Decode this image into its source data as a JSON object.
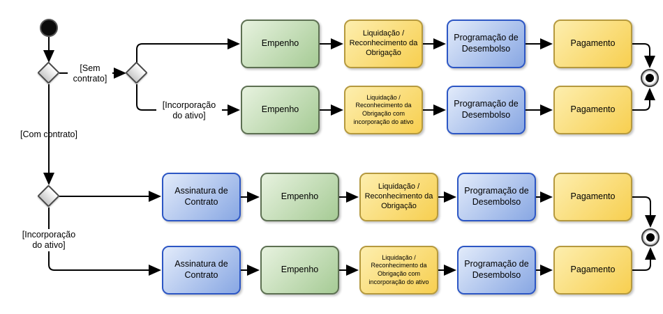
{
  "diagram": {
    "guards": {
      "sem_contrato": "[Sem contrato]",
      "com_contrato": "[Com contrato]",
      "incorporacao_do_ativo_top": "[Incorporação do ativo]",
      "incorporacao_do_ativo_bottom": "[Incorporação do ativo]"
    },
    "flows": [
      {
        "name": "sem-contrato",
        "steps": [
          "Empenho",
          "Liquidação / Reconhecimento da Obrigação",
          "Programação de Desembolso",
          "Pagamento"
        ]
      },
      {
        "name": "sem-contrato-incorporacao-do-ativo",
        "steps": [
          "Empenho",
          "Liquidação / Reconhecimento da Obrigação com incorporação do ativo",
          "Programação de Desembolso",
          "Pagamento"
        ]
      },
      {
        "name": "com-contrato",
        "steps": [
          "Assinatura de Contrato",
          "Empenho",
          "Liquidação / Reconhecimento da Obrigação",
          "Programação de Desembolso",
          "Pagamento"
        ]
      },
      {
        "name": "com-contrato-incorporacao-do-ativo",
        "steps": [
          "Assinatura de Contrato",
          "Empenho",
          "Liquidação / Reconhecimento da Obrigação com incorporação do ativo",
          "Programação de Desembolso",
          "Pagamento"
        ]
      }
    ],
    "colors": {
      "green_fill_top": "#e7f2df",
      "green_fill_bottom": "#a6cb95",
      "green_border": "#5d7052",
      "yellow_fill_top": "#fdeeae",
      "yellow_fill_bottom": "#f7cf50",
      "yellow_border": "#b5993e",
      "blue_fill_top": "#e2ebfa",
      "blue_fill_bottom": "#88a7e3",
      "blue_border": "#2c56c4",
      "connector": "#000000"
    }
  }
}
